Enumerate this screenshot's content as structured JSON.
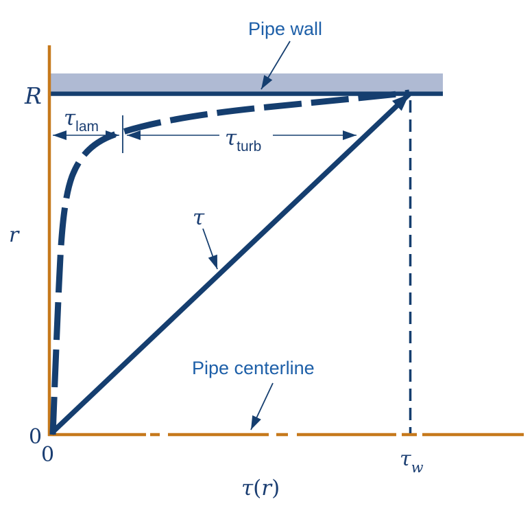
{
  "figure": {
    "description": "Shear stress distribution tau(r) versus radial distance r for turbulent flow in a pipe, showing laminar and turbulent contributions",
    "colors": {
      "axis_orange": "#C6791C",
      "line_navy": "#153E6F",
      "text_blue": "#1D5FA8",
      "math_navy": "#1B3E72",
      "wall_band": "#AFBAD3",
      "background": "#FFFFFF"
    }
  },
  "labels": {
    "pipe_wall": "Pipe wall",
    "pipe_centerline": "Pipe centerline",
    "wall_radius": "R",
    "radial_axis": "r",
    "origin_y": "0",
    "origin_x": "0",
    "tau_curve": "τ",
    "tau_lam": {
      "base": "τ",
      "sub": "lam"
    },
    "tau_turb": {
      "base": "τ",
      "sub": "turb"
    },
    "tau_wall": {
      "base": "τ",
      "sub": "w"
    },
    "x_axis": {
      "tau": "τ",
      "open_paren": "(",
      "r": "r",
      "close_paren": ")"
    }
  },
  "chart_data": {
    "type": "line",
    "title": "",
    "xlabel": "τ(r)",
    "ylabel": "r",
    "x_ticks": [
      "0",
      "τw"
    ],
    "y_ticks": [
      "0",
      "R"
    ],
    "x_range_normalized": [
      0,
      1
    ],
    "y_range_normalized": [
      0,
      1
    ],
    "grid": false,
    "legend": "none",
    "series": [
      {
        "name": "total shear stress τ (linear profile)",
        "style": "solid",
        "points_normalized": [
          [
            0,
            0
          ],
          [
            1,
            1
          ]
        ]
      },
      {
        "name": "laminar/turbulent division (τ_lam vs τ_turb boundary)",
        "style": "dashed",
        "points_normalized": [
          [
            0.01,
            0.0
          ],
          [
            0.02,
            0.25
          ],
          [
            0.03,
            0.45
          ],
          [
            0.05,
            0.65
          ],
          [
            0.09,
            0.8
          ],
          [
            0.2,
            0.875
          ],
          [
            0.4,
            0.92
          ],
          [
            0.6,
            0.955
          ],
          [
            0.8,
            0.98
          ],
          [
            1.0,
            1.0
          ]
        ]
      }
    ],
    "annotations": [
      "Pipe wall",
      "Pipe centerline",
      "τ lam span near wall",
      "τ turb span near wall",
      "τ pointing to linear profile",
      "τw vertical dashed drop line"
    ]
  }
}
